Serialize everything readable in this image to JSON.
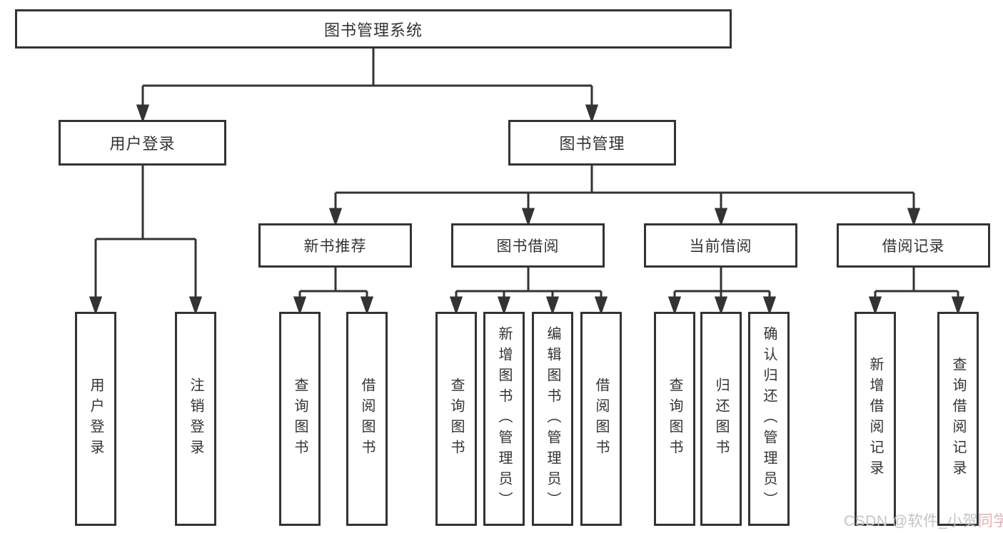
{
  "diagram": {
    "root": {
      "label": "图书管理系统"
    },
    "level2": [
      {
        "label": "用户登录"
      },
      {
        "label": "图书管理"
      }
    ],
    "level3": [
      {
        "label": "新书推荐"
      },
      {
        "label": "图书借阅"
      },
      {
        "label": "当前借阅"
      },
      {
        "label": "借阅记录"
      }
    ],
    "leaves": {
      "user_login": [
        "用户登录",
        "注销登录"
      ],
      "new_books": [
        "查询图书",
        "借阅图书"
      ],
      "book_borrow": [
        "查询图书",
        "新增图书（管理员）",
        "编辑图书（管理员）",
        "借阅图书"
      ],
      "current_borrow": [
        "查询图书",
        "归还图书",
        "确认归还（管理员）"
      ],
      "borrow_records": [
        "新增借阅记录",
        "查询借阅记录"
      ]
    }
  },
  "watermark": {
    "text_main": "CSDN @软件_小贺",
    "text_tail": "同学"
  },
  "colors": {
    "line": "#333333",
    "text": "#333333",
    "background": "#ffffff",
    "watermark": "#c5c3c3"
  }
}
